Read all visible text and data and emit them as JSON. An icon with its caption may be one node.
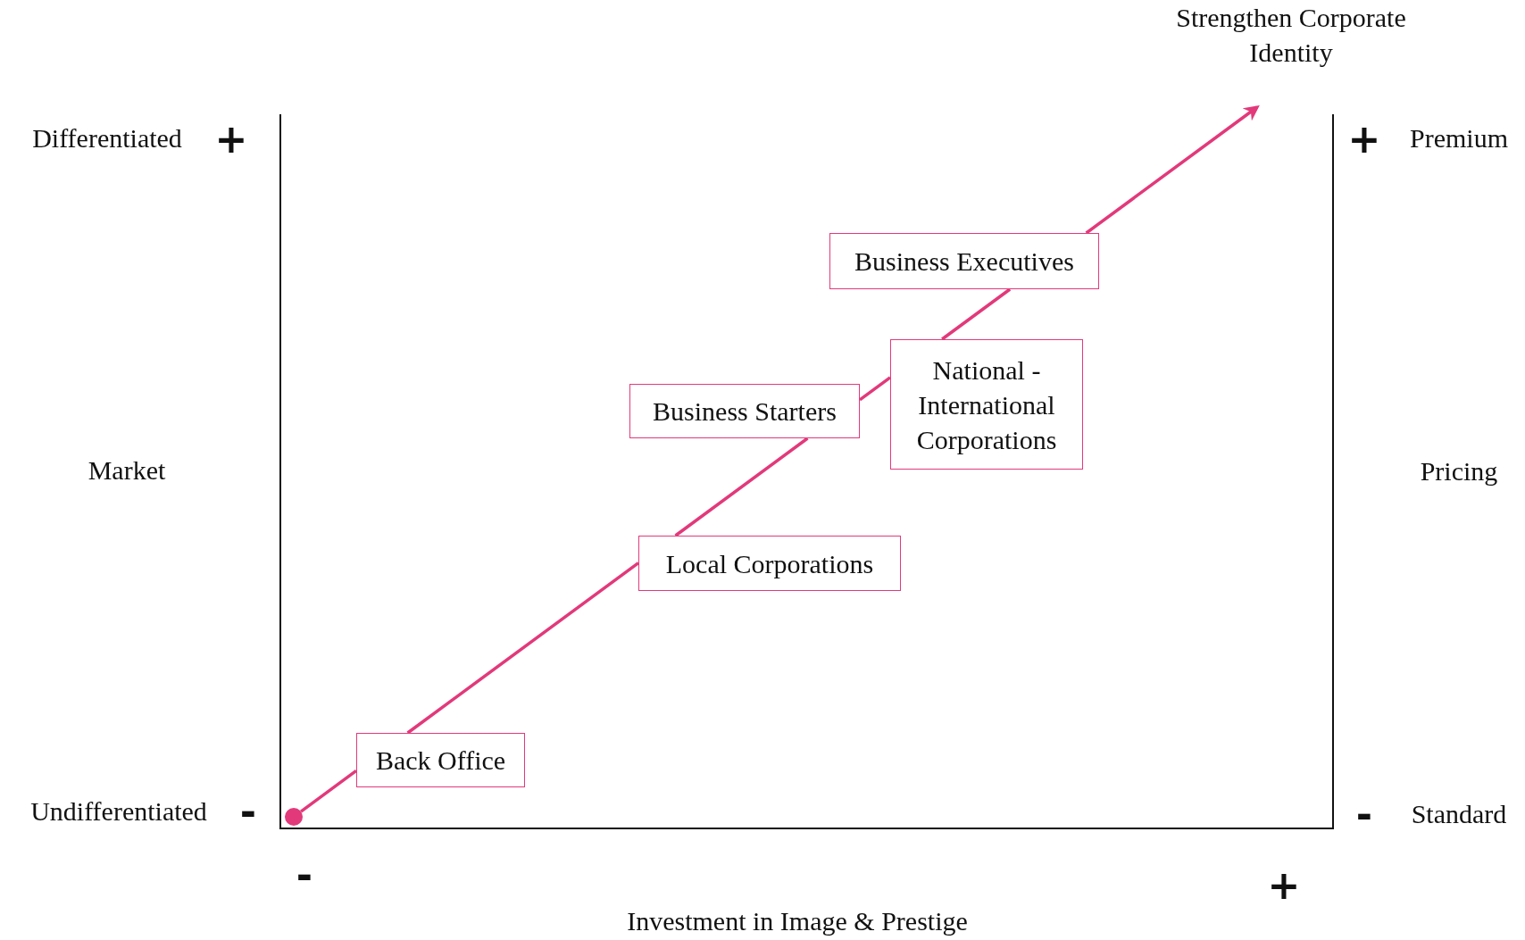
{
  "diagram": {
    "nodes": [
      {
        "text": [
          "Business Executives"
        ]
      },
      {
        "text": [
          "National - International Corporations"
        ]
      },
      {
        "text": [
          "Business Starters"
        ]
      },
      {
        "text": [
          "Local Corporations"
        ]
      },
      {
        "text": [
          "Back Office"
        ]
      },
      {
        "text": [],
        "shape": "circle"
      },
      {
        "text": [
          "Strengthen Corporate Identity"
        ]
      }
    ],
    "edges": [
      {
        "from": 5,
        "to": 4,
        "arrow": "none"
      },
      {
        "from": 4,
        "to": 3,
        "arrow": "none"
      },
      {
        "from": 3,
        "to": 2,
        "arrow": "none"
      },
      {
        "from": 2,
        "to": 1,
        "arrow": "none"
      },
      {
        "from": 1,
        "to": 0,
        "arrow": "none"
      },
      {
        "from": 0,
        "to": 6,
        "arrow": "to"
      }
    ],
    "labels": [
      "Differentiated",
      "+",
      "+",
      "Premium",
      "Market",
      "Pricing",
      "Undifferentiated",
      "-",
      "-",
      "Standard",
      "-",
      "+",
      "Investment in Image & Prestige"
    ]
  }
}
